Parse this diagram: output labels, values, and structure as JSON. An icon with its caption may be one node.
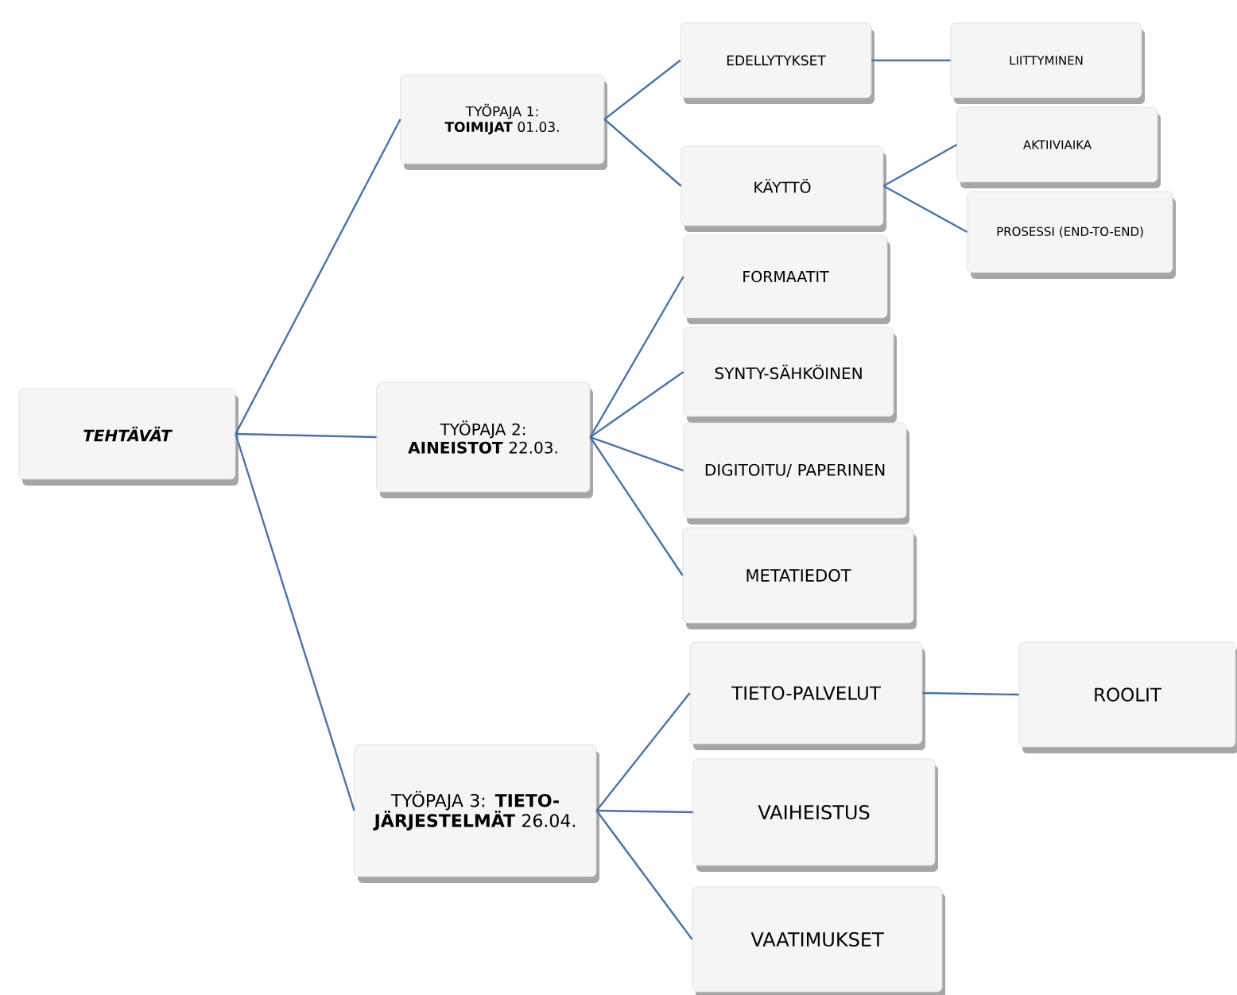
{
  "diagram": {
    "nodes": [
      {
        "text": [
          "TEHTÄVÄT"
        ]
      },
      {
        "text": [
          "TYÖPAJA 1: **TOIMIJAT** 01.03."
        ]
      },
      {
        "text": [
          "EDELLYTYKSET"
        ]
      },
      {
        "text": [
          "LIITTYMINEN"
        ]
      },
      {
        "text": [
          "KÄYTTÖ"
        ]
      },
      {
        "text": [
          "AKTIIVIAIKA"
        ]
      },
      {
        "text": [
          "PROSESSI (END-TO-END)"
        ]
      },
      {
        "text": [
          "TYÖPAJA 2: **AINEISTOT** 22.03."
        ]
      },
      {
        "text": [
          "FORMAATIT"
        ]
      },
      {
        "text": [
          "SYNTY-SÄHKÖINEN"
        ]
      },
      {
        "text": [
          "DIGITOITU/ PAPERINEN"
        ]
      },
      {
        "text": [
          "METATIEDOT"
        ]
      },
      {
        "text": [
          "TYÖPAJA 3: **TIETO-JÄRJESTELMÄT** 26.04."
        ]
      },
      {
        "text": [
          "TIETO-PALVELUT"
        ]
      },
      {
        "text": [
          "ROOLIT"
        ]
      },
      {
        "text": [
          "VAIHEISTUS"
        ]
      },
      {
        "text": [
          "VAATIMUKSET"
        ]
      }
    ],
    "edges": [
      {
        "from": 0,
        "to": 1,
        "arrow": "none"
      },
      {
        "from": 0,
        "to": 7,
        "arrow": "none"
      },
      {
        "from": 0,
        "to": 12,
        "arrow": "none"
      },
      {
        "from": 1,
        "to": 2,
        "arrow": "none"
      },
      {
        "from": 1,
        "to": 4,
        "arrow": "none"
      },
      {
        "from": 2,
        "to": 3,
        "arrow": "none"
      },
      {
        "from": 4,
        "to": 5,
        "arrow": "none"
      },
      {
        "from": 4,
        "to": 6,
        "arrow": "none"
      },
      {
        "from": 7,
        "to": 8,
        "arrow": "none"
      },
      {
        "from": 7,
        "to": 9,
        "arrow": "none"
      },
      {
        "from": 7,
        "to": 10,
        "arrow": "none"
      },
      {
        "from": 7,
        "to": 11,
        "arrow": "none"
      },
      {
        "from": 12,
        "to": 13,
        "arrow": "none"
      },
      {
        "from": 12,
        "to": 15,
        "arrow": "none"
      },
      {
        "from": 12,
        "to": 16,
        "arrow": "none"
      },
      {
        "from": 13,
        "to": 14,
        "arrow": "none"
      }
    ]
  }
}
